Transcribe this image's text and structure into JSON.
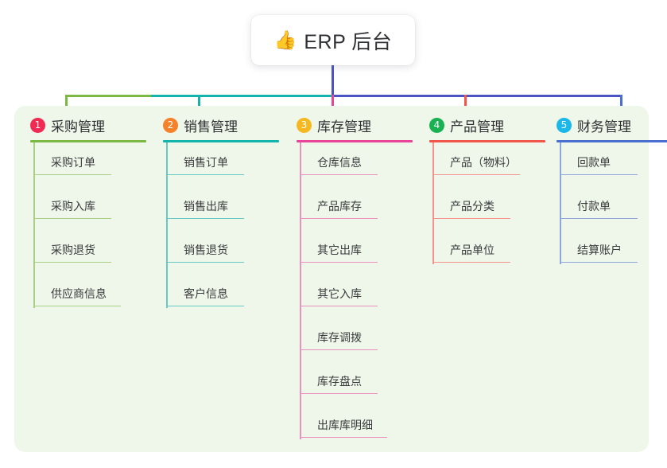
{
  "diagram": {
    "type": "mindmap-tree",
    "background": "#ffffff",
    "panel_color": "#eef7e9",
    "root": {
      "icon": "thumbs-up-icon",
      "emoji": "👍",
      "label": "ERP 后台",
      "connector_color": "#4a54c4"
    },
    "columns": [
      {
        "number": "1",
        "title": "采购管理",
        "badge_color": "#f02a53",
        "line_color": "#7cb844",
        "leaf_line_color": "#a8cf84",
        "items": [
          "采购订单",
          "采购入库",
          "采购退货",
          "供应商信息"
        ]
      },
      {
        "number": "2",
        "title": "销售管理",
        "badge_color": "#f5822a",
        "line_color": "#12b4ab",
        "leaf_line_color": "#66c9c2",
        "items": [
          "销售订单",
          "销售出库",
          "销售退货",
          "客户信息"
        ]
      },
      {
        "number": "3",
        "title": "库存管理",
        "badge_color": "#f5b820",
        "line_color": "#e8449a",
        "leaf_line_color": "#eb91c0",
        "items": [
          "仓库信息",
          "产品库存",
          "其它出库",
          "其它入库",
          "库存调拨",
          "库存盘点",
          "出库库明细"
        ]
      },
      {
        "number": "4",
        "title": "产品管理",
        "badge_color": "#19b152",
        "line_color": "#f0564a",
        "leaf_line_color": "#f4938c",
        "items": [
          "产品（物料）",
          "产品分类",
          "产品单位"
        ]
      },
      {
        "number": "5",
        "title": "财务管理",
        "badge_color": "#1ab8e8",
        "line_color": "#4a6fd0",
        "leaf_line_color": "#8fa6dd",
        "items": [
          "回款单",
          "付款单",
          "结算账户"
        ]
      }
    ]
  }
}
